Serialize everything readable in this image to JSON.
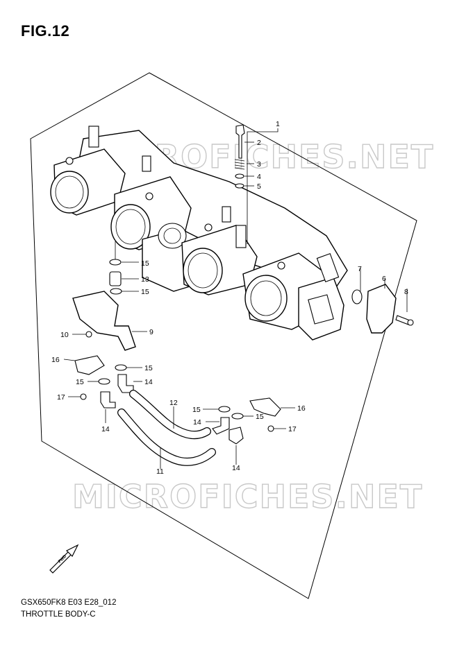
{
  "figure": {
    "title": "FIG.12",
    "code": "GSX650FK8 E03 E28_012",
    "name": "THROTTLE BODY-C"
  },
  "watermark": "MICROFICHES.NET",
  "fwd_label": "FWD",
  "callouts": [
    "1",
    "2",
    "3",
    "4",
    "5",
    "6",
    "7",
    "8",
    "9",
    "10",
    "11",
    "12",
    "13",
    "14",
    "15",
    "16",
    "17"
  ]
}
